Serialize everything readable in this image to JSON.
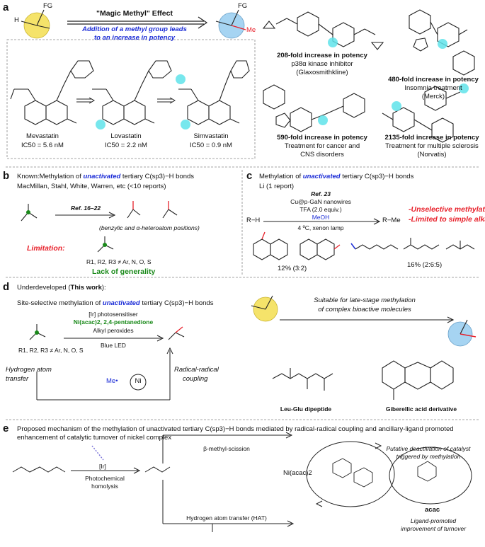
{
  "panel_a": {
    "letter": "a",
    "effect_title": "\"Magic Methyl\" Effect",
    "effect_caption_line1": "Addition of a methyl group leads",
    "effect_caption_line2": "to an increase in potency",
    "fg_label": "FG",
    "h_label": "H",
    "me_label": "Me",
    "statins": [
      {
        "name": "Mevastatin",
        "ic50": "IC50 = 5.6 nM"
      },
      {
        "name": "Lovastatin",
        "ic50": "IC50 = 2.2 nM"
      },
      {
        "name": "Simvastatin",
        "ic50": "IC50 = 0.9 nM"
      }
    ],
    "drugs": [
      {
        "fold": "208-fold increase in potency",
        "line2": "p38α kinase inhibitor",
        "line3": "(Glaxosmithkline)"
      },
      {
        "fold": "480-fold increase in potency",
        "line2": "Insomnia treatment",
        "line3": "(Merck)"
      },
      {
        "fold": "590-fold increase in potency",
        "line2": "Treatment for cancer and",
        "line3": "CNS disorders"
      },
      {
        "fold": "2135-fold increase in potency",
        "line2": "Treatment for multiple sclerosis",
        "line3": "(Norvatis)"
      }
    ]
  },
  "panel_b": {
    "letter": "b",
    "title_pre": "Known:Methylation of ",
    "title_em": "unactivated",
    "title_post": " tertiary C(sp3)−H bonds",
    "authors": "MacMillan, Stahl, White, Warren, etc (<10 reports)",
    "ref": "Ref. 16–22",
    "positions": "(benzylic and α-heteroatom positions)",
    "limitation": "Limitation:",
    "r_def": "R1, R2, R3 ≠ Ar, N, O, S",
    "lack": "Lack of generality"
  },
  "panel_c": {
    "letter": "c",
    "title_pre": "Methylation of ",
    "title_em": "unactivated",
    "title_post": " tertiary C(sp3)−H bonds",
    "authors": "Li (1 report)",
    "ref": "Ref. 23",
    "cond1": "Cu@p-GaN nanowires",
    "cond2": "TFA (2.0 equiv.)",
    "cond3": "MeOH",
    "cond4": "4 ºC, xenon lamp",
    "substrate": "R−H",
    "product": "R−Me",
    "issue1": "-Unselective methylations",
    "issue2": "-Limited to simple alkanes",
    "ratio1": "12% (3:2)",
    "ratio2": "16% (2:6:5)"
  },
  "panel_d": {
    "letter": "d",
    "title_pre": "Underdeveloped (",
    "title_bold": "This work",
    "title_post": "):",
    "subtitle_pre": "Site-selective methylation of ",
    "subtitle_em": "unactivated",
    "subtitle_post": " tertiary C(sp3)−H bonds",
    "cond1": "[Ir] photosensitiser",
    "cond2": "Ni(acac)2, 2,4-pentanedione",
    "cond3": "Alkyl peroxides",
    "cond4": "Blue LED",
    "r_def": "R1, R2, R3 ≠ Ar, N, O, S",
    "hat": "Hydrogen atom",
    "hat2": "transfer",
    "rrc": "Radical-radical",
    "rrc2": "coupling",
    "ni": "Ni",
    "me_dot": "Me•",
    "suitable1": "Suitable for late-stage methylation",
    "suitable2": "of complex bioactive molecules",
    "dipeptide": "Leu-Glu dipeptide",
    "gibberellic": "Giberellic acid derivative"
  },
  "panel_e": {
    "letter": "e",
    "title1": "Proposed mechanism of the methylation of unactivated tertiary C(sp3)−H bonds mediated by radical-radical coupling and ancillary-ligand promoted",
    "title2": "enhancement of catalytic turnover of nickel complex",
    "ir": "[Ir]",
    "photo1": "Photochemical",
    "photo2": "homolysis",
    "beta": "β-methyl-scission",
    "hat": "Hydrogen atom transfer (HAT)",
    "ni_acac": "Ni(acac)2",
    "deact1": "Putative deactivation of catalyst",
    "deact2": "triggered by methylation",
    "acac": "acac",
    "ligand1": "Ligand-promoted",
    "ligand2": "improvement of turnover"
  }
}
